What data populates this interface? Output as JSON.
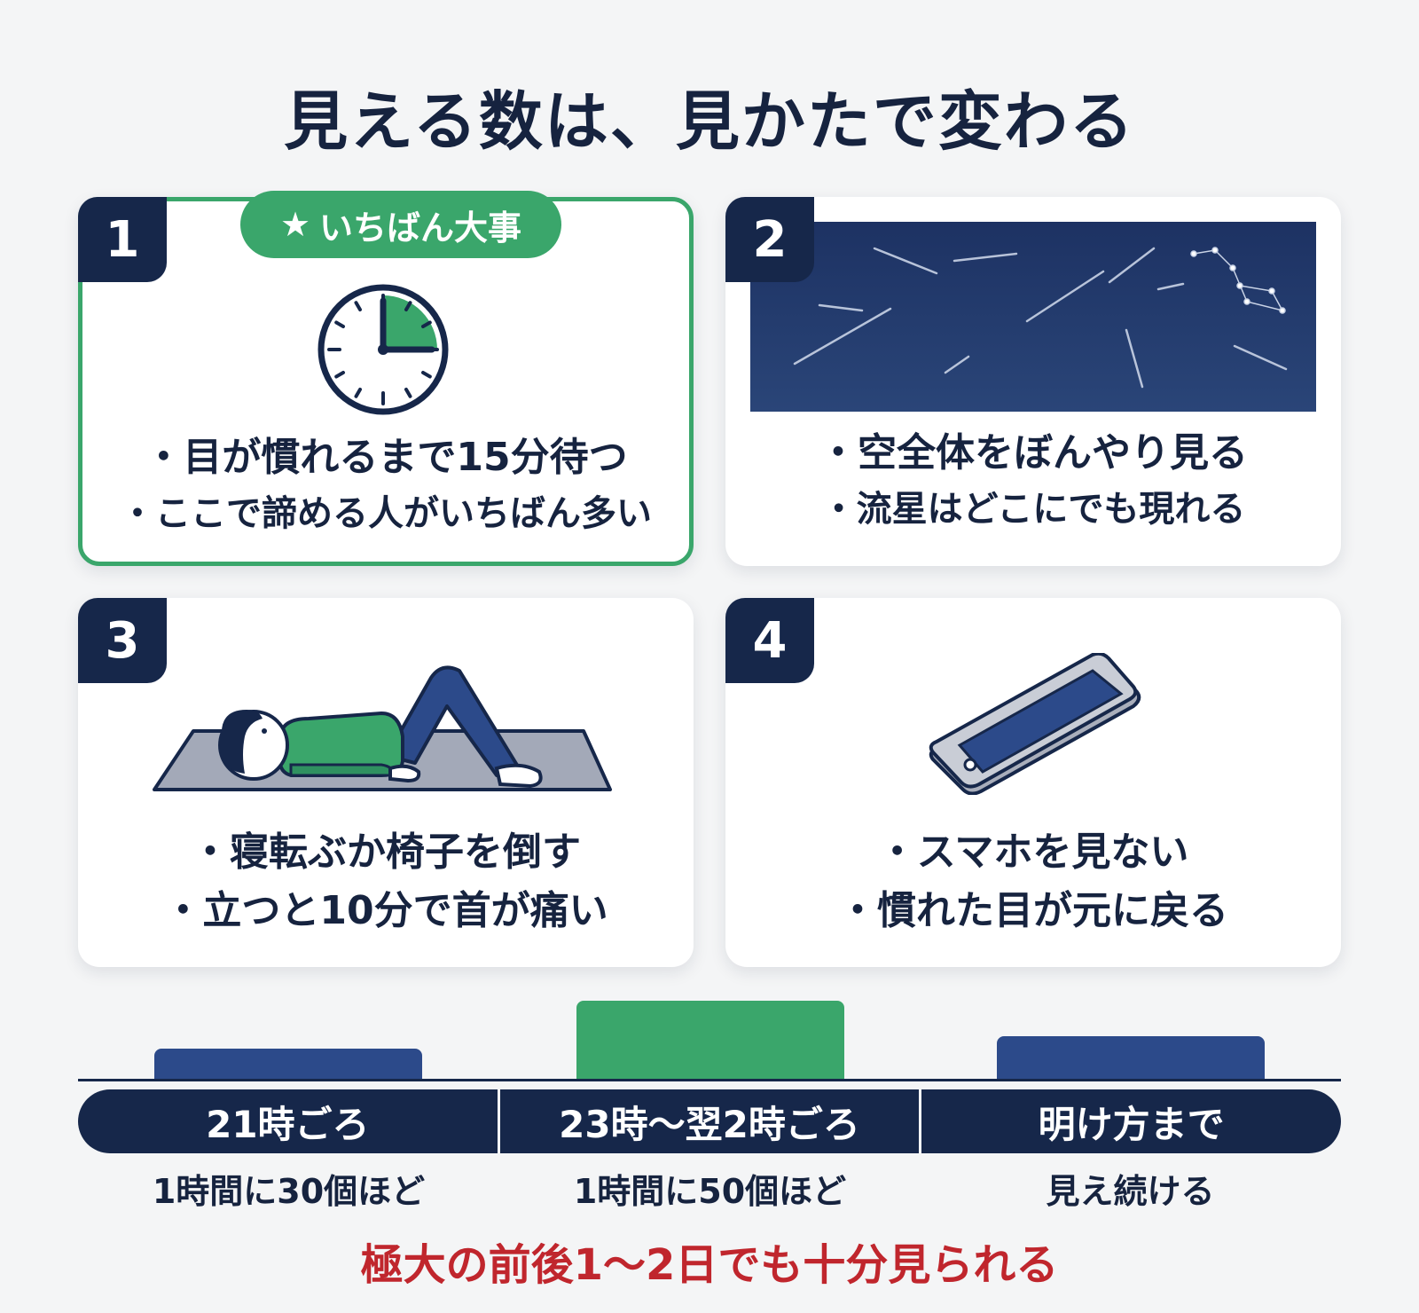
{
  "title": "見える数は、見かたで変わる",
  "cards": [
    {
      "number": "1",
      "badge": "いちばん大事",
      "badge_icon": "star-icon",
      "icon": "clock-icon",
      "bullets": [
        "目が慣れるまで15分待つ",
        "ここで諦める人がいちばん多い"
      ]
    },
    {
      "number": "2",
      "icon": "night-sky-meteors-image",
      "bullets": [
        "空全体をぼんやり見る",
        "流星はどこにでも現れる"
      ]
    },
    {
      "number": "3",
      "icon": "person-lying-on-mat-image",
      "bullets": [
        "寝転ぶか椅子を倒す",
        "立つと10分で首が痛い"
      ]
    },
    {
      "number": "4",
      "icon": "smartphone-icon",
      "bullets": [
        "スマホを見ない",
        "慣れた目が元に戻る"
      ]
    }
  ],
  "timeline": [
    {
      "label": "21時ごろ",
      "rate": "1時間に30個ほど"
    },
    {
      "label": "23時〜翌2時ごろ",
      "rate": "1時間に50個ほど"
    },
    {
      "label": "明け方まで",
      "rate": "見え続ける"
    }
  ],
  "footnote": "極大の前後1〜2日でも十分見られる",
  "colors": {
    "navy": "#16274a",
    "green": "#3aa66b",
    "red": "#c0262d",
    "sky": "#233b68"
  }
}
